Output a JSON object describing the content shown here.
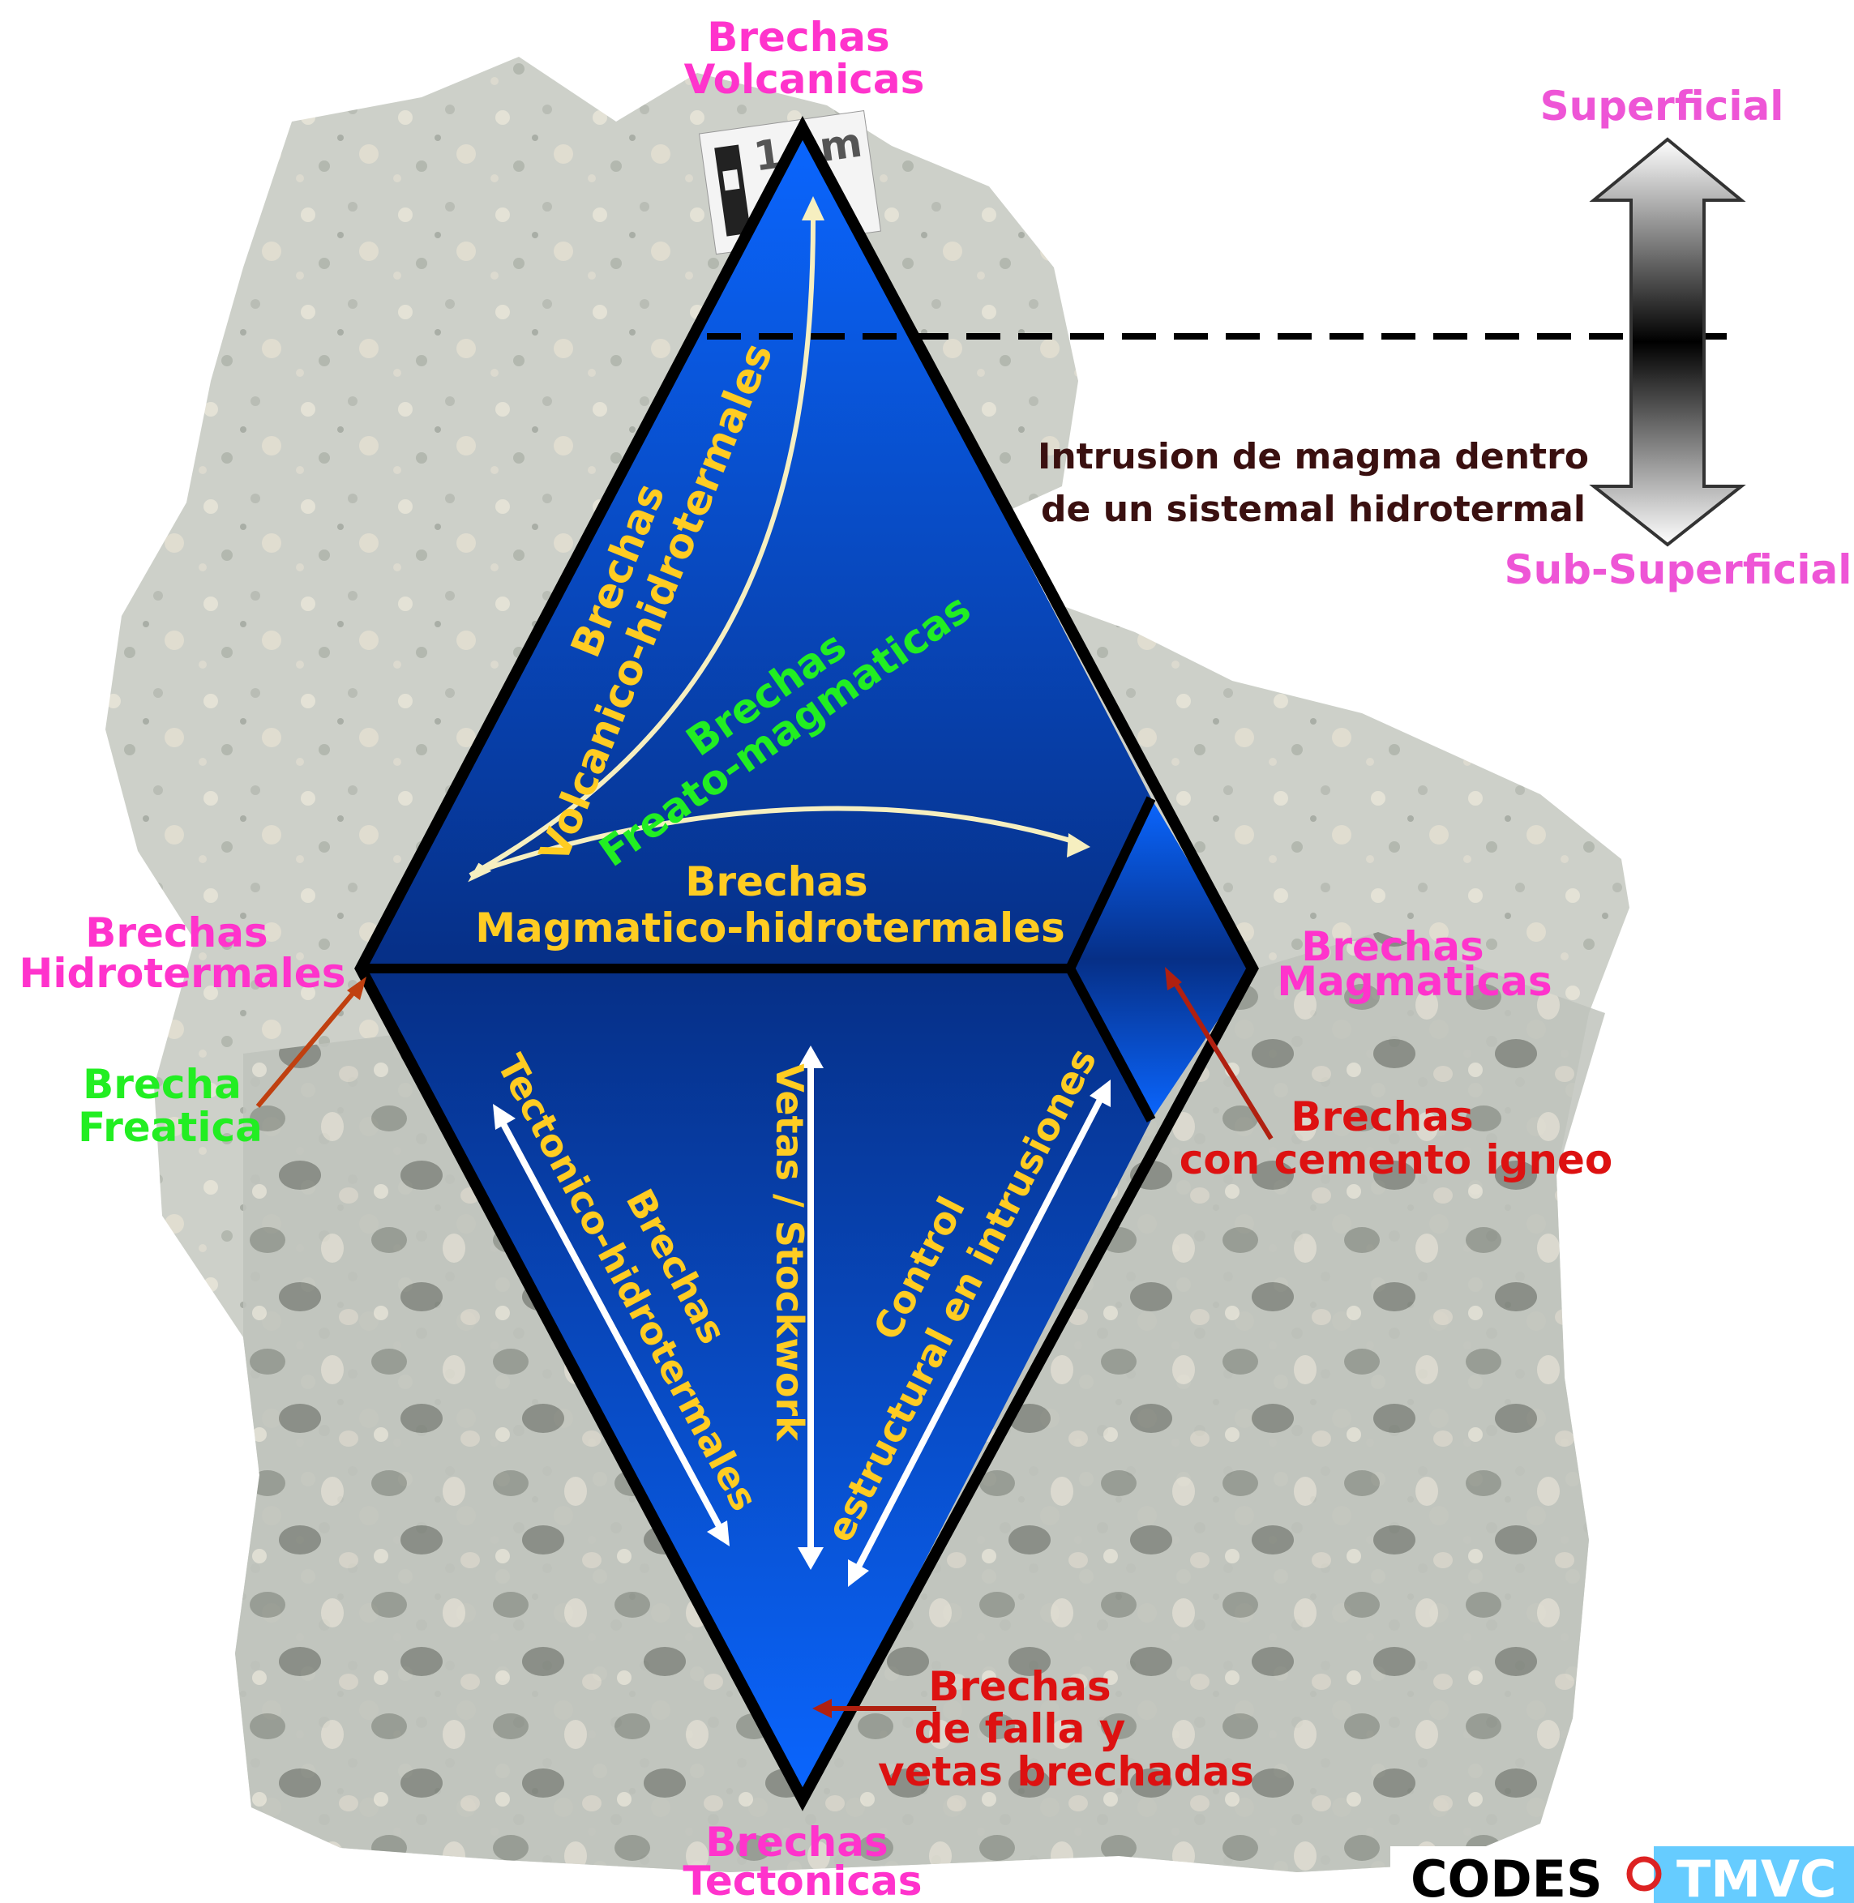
{
  "labels": {
    "volcanicas_1": "Brechas",
    "volcanicas_2": "Volcanicas",
    "hidrotermales_1": "Brechas",
    "hidrotermales_2": "Hidrotermales",
    "magmaticas_1": "Brechas",
    "magmaticas_2": "Magmaticas",
    "tectonicas_1": "Brechas",
    "tectonicas_2": "Tectonicas",
    "freatica_1": "Brecha",
    "freatica_2": "Freatica",
    "volc_hidro_1": "Brechas",
    "volc_hidro_2": "Volcanico-hidrotermales",
    "freato_1": "Brechas",
    "freato_2": "Freato-magmaticas",
    "magm_hidro_1": "Brechas",
    "magm_hidro_2": "Magmatico-hidrotermales",
    "tect_hidro_1": "Brechas",
    "tect_hidro_2": "Tectonico-hidrotermales",
    "vetas": "Vetas / Stockwork",
    "control_1": "Control",
    "control_2": "estructural en intrusiones",
    "cemento_1": "Brechas",
    "cemento_2": "con cemento igneo",
    "falla_1": "Brechas",
    "falla_2": "de falla y",
    "falla_3": "vetas brechadas",
    "superficial": "Superficial",
    "subsuperficial": "Sub-Superficial",
    "intrusion_1": "Intrusion de magma dentro",
    "intrusion_2": "de un sistemal hidrotermal",
    "scale_text": "1 cm",
    "logo_codes": "CODES",
    "logo_tmvc": "TMVC"
  },
  "colors": {
    "diamond_light": "#0a66ff",
    "diamond_dark": "#052a7a",
    "outline": "#000000",
    "rock_base": "#cfd2cb"
  }
}
